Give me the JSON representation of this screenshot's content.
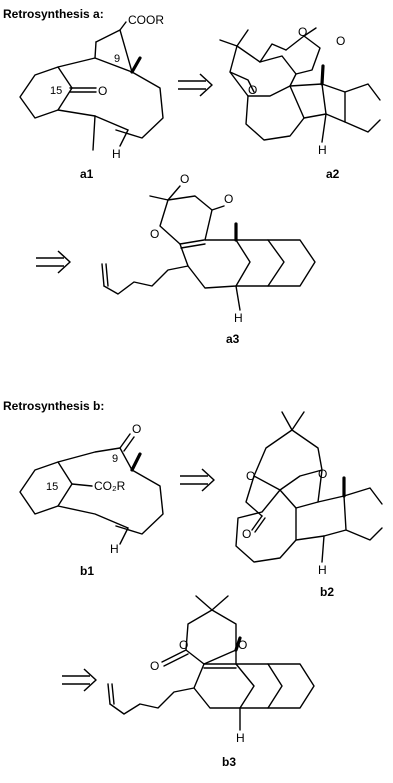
{
  "section_a": {
    "title": "Retrosynthesis a:",
    "compounds": [
      {
        "label": "a1",
        "atoms": [
          "COOR",
          "9",
          "15",
          "O",
          "H"
        ]
      },
      {
        "label": "a2",
        "atoms": [
          "O",
          "O",
          "O",
          "H"
        ]
      },
      {
        "label": "a3",
        "atoms": [
          "O",
          "O",
          "O",
          "H"
        ]
      }
    ]
  },
  "section_b": {
    "title": "Retrosynthesis b:",
    "compounds": [
      {
        "label": "b1",
        "atoms": [
          "O",
          "9",
          "15",
          "CO₂R",
          "H"
        ]
      },
      {
        "label": "b2",
        "atoms": [
          "O",
          "O",
          "O",
          "H"
        ]
      },
      {
        "label": "b3",
        "atoms": [
          "O",
          "O",
          "O",
          "H"
        ]
      }
    ]
  },
  "arrow_icon": "retrosynthesis-arrow-icon"
}
